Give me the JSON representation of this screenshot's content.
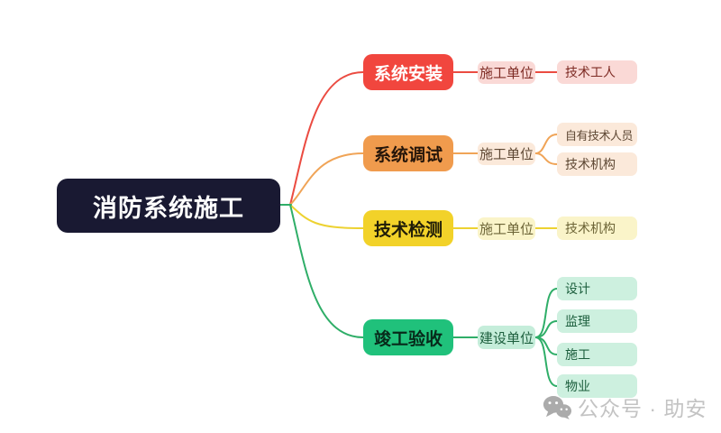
{
  "root": {
    "label": "消防系统施工"
  },
  "branches": [
    {
      "label": "系统安装",
      "sub": "施工单位",
      "leaves": [
        "技术工人"
      ]
    },
    {
      "label": "系统调试",
      "sub": "施工单位",
      "leaves": [
        "自有技术人员",
        "技术机构"
      ]
    },
    {
      "label": "技术检测",
      "sub": "施工单位",
      "leaves": [
        "技术机构"
      ]
    },
    {
      "label": "竣工验收",
      "sub": "建设单位",
      "leaves": [
        "设计",
        "监理",
        "施工",
        "物业"
      ]
    }
  ],
  "watermark": {
    "icon": "wechat-icon",
    "label": "公众号 · 助安"
  },
  "colors": {
    "root-bg": "#191932",
    "root-text": "#ffffff",
    "b1-node": "#F1463E",
    "b1-node-text": "#ffffff",
    "b1-line": "#EB4B41",
    "b1-leaf-bg": "#FAD9D6",
    "b1-leaf-text": "#7E2B24",
    "b2-node": "#F09B4D",
    "b2-node-text": "#26160A",
    "b2-line": "#F0A457",
    "b2-leaf-bg": "#FBE9DA",
    "b2-leaf-text": "#5E4834",
    "b3-node": "#F2D229",
    "b3-node-text": "#1F1C08",
    "b3-line": "#EDD231",
    "b3-leaf-bg": "#FAF4C9",
    "b3-leaf-text": "#6C6436",
    "b4-node": "#20C17B",
    "b4-node-text": "#07291A",
    "b4-line": "#2FAE68",
    "b4-sub-bg": "#C5EDDA",
    "b4-leaf-bg": "#CDF0DF",
    "b4-leaf-text": "#1D5F3E",
    "watermark-text": "#C3C3C3",
    "watermark-icon": "#ABABAB"
  }
}
